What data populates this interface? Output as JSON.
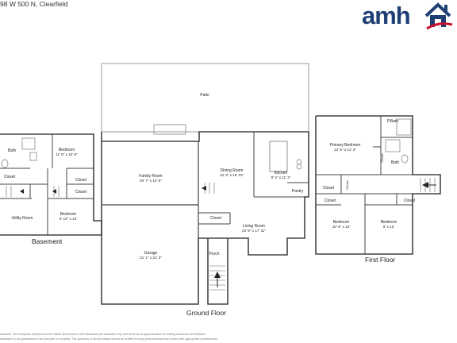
{
  "header": {
    "address": "98 W 500 N, Clearfield"
  },
  "brand": {
    "name": "amh",
    "color": "#1f3f74",
    "accent": "#c8102e"
  },
  "floors": {
    "basement": "Basement",
    "ground": "Ground Floor",
    "first": "First Floor"
  },
  "rooms": {
    "patio": {
      "name": "Patio"
    },
    "bath_b": {
      "name": "Bath"
    },
    "bedroom_b1": {
      "name": "Bedroom",
      "dims": "11' 6\" x 10' 8\""
    },
    "closet_b1": {
      "name": "Closet"
    },
    "closet_b2": {
      "name": "Closet"
    },
    "closet_b3": {
      "name": "Closet"
    },
    "utility": {
      "name": "Utility Room"
    },
    "bedroom_b2": {
      "name": "Bedroom",
      "dims": "9' 10\" x 12'"
    },
    "family": {
      "name": "Family Room",
      "dims": "20' 7\" x 14' 8\""
    },
    "dining": {
      "name": "Dining Room",
      "dims": "13' 3\" x 16' 10\""
    },
    "kitchen": {
      "name": "Kitchen",
      "dims": "9' 2\" x 11' 2\""
    },
    "pantry": {
      "name": "Pantry"
    },
    "closet_g": {
      "name": "Closet"
    },
    "living": {
      "name": "Living Room",
      "dims": "22' 9\" x 17' 11\""
    },
    "garage": {
      "name": "Garage",
      "dims": "21' 1\" x 21' 3\""
    },
    "porch": {
      "name": "Porch"
    },
    "pbath": {
      "name": "P.Bath"
    },
    "primary": {
      "name": "Primary Bedroom",
      "dims": "12' 5\" x 12' 3\""
    },
    "bath_f": {
      "name": "Bath"
    },
    "closet_f1": {
      "name": "Closet"
    },
    "closet_f2": {
      "name": "Closet"
    },
    "closet_f3": {
      "name": "Closet"
    },
    "closet_f4": {
      "name": "Closet"
    },
    "closet_f5": {
      "name": "Closet"
    },
    "bedroom_f1": {
      "name": "Bedroom",
      "dims": "10' 6\" x 12'"
    },
    "bedroom_f2": {
      "name": "Bedroom",
      "dims": "9' x 12'"
    }
  },
  "disclaimer": {
    "line1": "isclaimer: The floorplans depicted and the stated dimensions in this illustration are indicative only and serve as an approximation of existing structures and features.",
    "line2": "illustration is not guaranteed to be accurate or complete. The accuracy of all information should be verified through personal inspection and/or with appropriate professionals."
  }
}
